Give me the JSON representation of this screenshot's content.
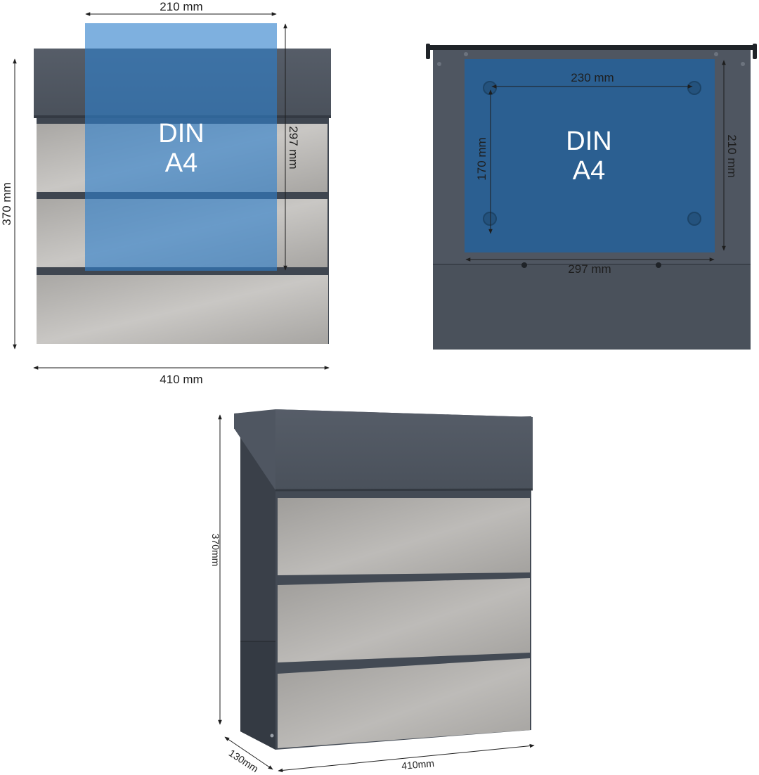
{
  "front_view": {
    "width_top": "210 mm",
    "height_right": "297 mm",
    "height_left": "370 mm",
    "width_bottom": "410 mm",
    "din_line1": "DIN",
    "din_line2": "A4"
  },
  "back_view": {
    "hole_spacing_horizontal": "230 mm",
    "hole_spacing_vertical": "170 mm",
    "height_right": "210 mm",
    "width_bottom": "297 mm",
    "din_line1": "DIN",
    "din_line2": "A4"
  },
  "iso_view": {
    "height": "370mm",
    "depth": "130mm",
    "width": "410mm"
  },
  "colors": {
    "anthracite": "#4e5560",
    "anthracite_dark": "#3a4049",
    "steel": "#b9b7b4",
    "din_overlay": "#2f73b8",
    "din_back": "#2b5f91"
  }
}
